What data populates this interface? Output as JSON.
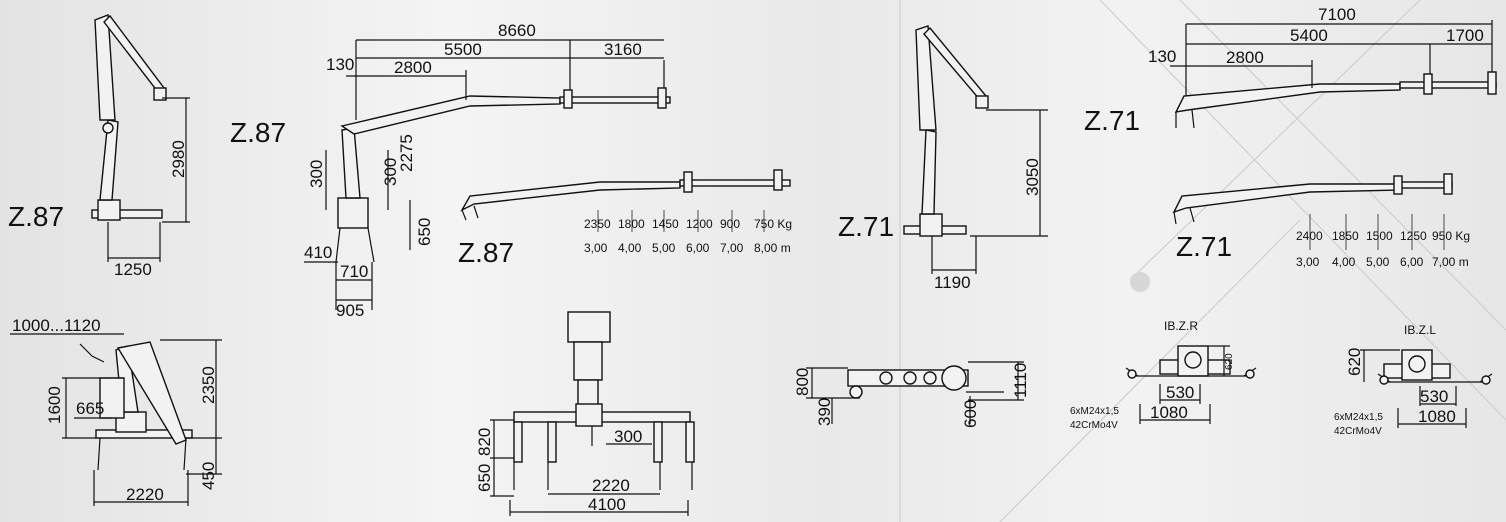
{
  "models": {
    "z87": "Z.87",
    "z71": "Z.71"
  },
  "dims": {
    "a_2980": "2980",
    "a_1250": "1250",
    "b_8660": "8660",
    "b_5500": "5500",
    "b_3160": "3160",
    "b_130": "130",
    "b_2800": "2800",
    "b_300a": "300",
    "b_300b": "300",
    "b_2275": "2275",
    "b_650": "650",
    "b_410": "410",
    "b_710": "710",
    "b_905": "905",
    "c_3050": "3050",
    "c_1190": "1190",
    "d_7100": "7100",
    "d_5400": "5400",
    "d_1700": "1700",
    "d_130": "130",
    "d_2800": "2800",
    "e_1000_1120": "1000...1120",
    "e_1600": "1600",
    "e_665": "665",
    "e_2350": "2350",
    "e_450": "450",
    "e_2220": "2220",
    "f_820": "820",
    "f_650": "650",
    "f_300": "300",
    "f_2220": "2220",
    "f_4100": "4100",
    "g_800": "800",
    "g_390": "390",
    "g_600": "600",
    "g_1110": "1110",
    "h_620": "620",
    "h_530": "530",
    "h_1080": "1080",
    "i_620": "620",
    "i_530": "530",
    "i_1080": "1080"
  },
  "load_tables": {
    "z87": {
      "loads": [
        "2350",
        "1800",
        "1450",
        "1200",
        "900",
        "750 Kg"
      ],
      "reaches": [
        "3,00",
        "4,00",
        "5,00",
        "6,00",
        "7,00",
        "8,00 m"
      ]
    },
    "z71": {
      "loads": [
        "2400",
        "1850",
        "1500",
        "1250",
        "950 Kg"
      ],
      "reaches": [
        "3,00",
        "4,00",
        "5,00",
        "6,00",
        "7,00 m"
      ]
    }
  },
  "bases": {
    "right": {
      "title": "IB.Z.R",
      "bolt": "6xM24x1,5",
      "steel": "42CrMo4V"
    },
    "left": {
      "title": "IB.Z.L",
      "bolt": "6xM24x1,5",
      "steel": "42CrMo4V"
    }
  }
}
